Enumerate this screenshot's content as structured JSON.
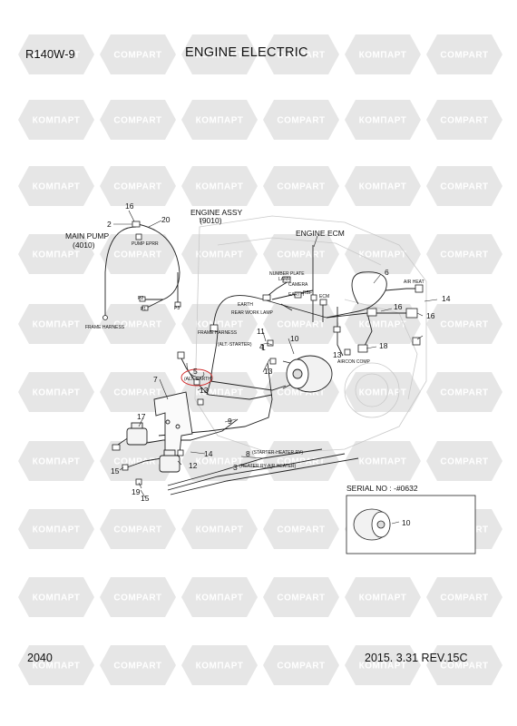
{
  "header": {
    "model": "R140W-9",
    "title": "ENGINE ELECTRIC"
  },
  "footer": {
    "page_number": "2040",
    "revision": "2015. 3.31  REV.15C"
  },
  "watermark": {
    "latin": "COMPART",
    "cyrillic": "КОМПАРТ"
  },
  "assemblies": {
    "main_pump": "MAIN PUMP",
    "main_pump_code": "(4010)",
    "engine_assy": "ENGINE ASSY",
    "engine_assy_code": "(9010)",
    "engine_ecm": "ENGINE ECM",
    "serial_no": "SERIAL NO : -#0632"
  },
  "part_labels": {
    "pump_eprr": "PUMP EPRR",
    "p2": "P2",
    "p1": "P1",
    "p3": "P3",
    "frame_harness_1": "FRAME HARNESS",
    "frame_harness_2": "FRAME HARNESS",
    "number_plate_lamp_1": "NUMBER PLATE",
    "number_plate_lamp_2": "LAMP",
    "camera": "CAMERA",
    "earth_1": "EARTH",
    "earth_2": "EARTH",
    "rbf": "RBF",
    "ecm": "ECM",
    "rear_work_lamp": "REAR WORK LAMP",
    "air_heat": "AIR HEAT",
    "alt_starter": "(ALT.-STARTER)",
    "alt_earth": "(ALT.-EARTH)",
    "aircon_comp": "AIRCON COMP",
    "starter_heater_ry": "(STARTER-HEATER RY)",
    "heater_ry_air_heater": "(HEATER RY-AIR HEATER)"
  },
  "callouts": {
    "c1": "1",
    "c2": "2",
    "c3": "3",
    "c4": "4",
    "c5": "5",
    "c6": "6",
    "c7": "7",
    "c8": "8",
    "c9": "9",
    "c10": "10",
    "c10b": "10",
    "c11": "11",
    "c12": "12",
    "c13a": "13",
    "c13b": "13",
    "c13c": "13",
    "c14a": "14",
    "c14b": "14",
    "c15a": "15",
    "c15b": "15",
    "c16a": "16",
    "c16b": "16",
    "c16c": "16",
    "c17": "17",
    "c18": "18",
    "c19": "19",
    "c20": "20"
  }
}
